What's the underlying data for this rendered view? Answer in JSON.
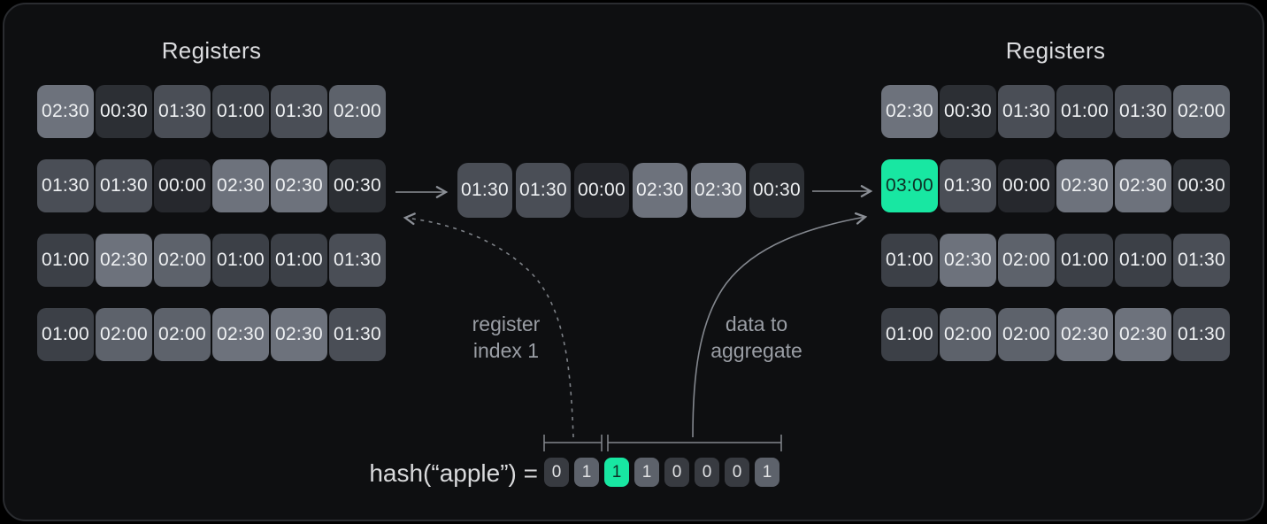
{
  "colors": {
    "accent": "#18e7a2",
    "accent_text": "#0e2e24",
    "value_shades": {
      "00:00": "#26282d",
      "00:30": "#2c2f34",
      "01:00": "#3c4047",
      "01:30": "#4a4e56",
      "02:00": "#5d626b",
      "02:30": "#6d727c",
      "03:00": "#18e7a2"
    },
    "bit_zero_bg": "#383b41",
    "bit_one_bg": "#5d626b"
  },
  "left_registers": {
    "title": "Registers",
    "rows": [
      [
        "02:30",
        "00:30",
        "01:30",
        "01:00",
        "01:30",
        "02:00"
      ],
      [
        "01:30",
        "01:30",
        "00:00",
        "02:30",
        "02:30",
        "00:30"
      ],
      [
        "01:00",
        "02:30",
        "02:00",
        "01:00",
        "01:00",
        "01:30"
      ],
      [
        "01:00",
        "02:00",
        "02:00",
        "02:30",
        "02:30",
        "01:30"
      ]
    ]
  },
  "extracted_row": {
    "values": [
      "01:30",
      "01:30",
      "00:00",
      "02:30",
      "02:30",
      "00:30"
    ]
  },
  "right_registers": {
    "title": "Registers",
    "rows": [
      [
        "02:30",
        "00:30",
        "01:30",
        "01:00",
        "01:30",
        "02:00"
      ],
      [
        "03:00",
        "01:30",
        "00:00",
        "02:30",
        "02:30",
        "00:30"
      ],
      [
        "01:00",
        "02:30",
        "02:00",
        "01:00",
        "01:00",
        "01:30"
      ],
      [
        "01:00",
        "02:00",
        "02:00",
        "02:30",
        "02:30",
        "01:30"
      ]
    ],
    "highlighted_value": "03:00"
  },
  "annotations": {
    "register_index": {
      "line1": "register",
      "line2": "index 1"
    },
    "data_aggregate": {
      "line1": "data to",
      "line2": "aggregate"
    }
  },
  "hash": {
    "expression": "hash(“apple”) =",
    "bits": [
      "0",
      "1",
      "1",
      "1",
      "0",
      "0",
      "0",
      "1"
    ],
    "highlighted_bit_index": 2
  }
}
